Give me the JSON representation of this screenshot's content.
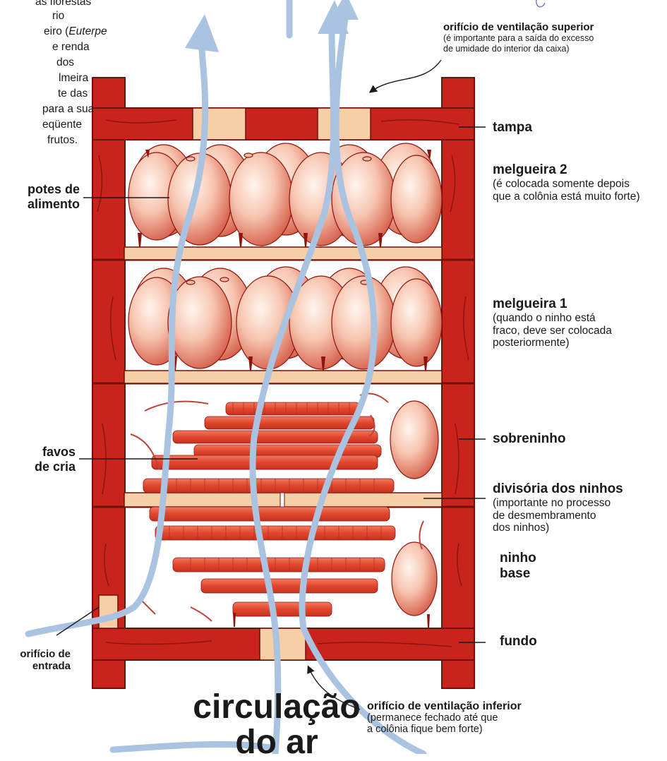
{
  "intro_text_lines": [
    "as florestas",
    "rio",
    "eiro (",
    "Euterpe",
    "e renda",
    "dos",
    "lmeira",
    "te das",
    "para a sua",
    "eqüente",
    "frutos."
  ],
  "labels": {
    "ventilacao_superior_title": "orifício de ventilação superior",
    "ventilacao_superior_note_1": "(é importante para a saída do excesso",
    "ventilacao_superior_note_2": "de umidade do interior da caixa)",
    "tampa": "tampa",
    "melgueira2_title": "melgueira 2",
    "melgueira2_note_1": "(é colocada somente depois",
    "melgueira2_note_2": "que a colônia está muito forte)",
    "melgueira1_title": "melgueira 1",
    "melgueira1_note_1": "(quando o ninho está",
    "melgueira1_note_2": "fraco, deve ser colocada",
    "melgueira1_note_3": "posteriormente)",
    "sobreninho": "sobreninho",
    "divisoria_title": "divisória dos ninhos",
    "divisoria_note_1": "(importante no processo",
    "divisoria_note_2": "de desmembramento",
    "divisoria_note_3": "dos ninhos)",
    "ninho_base_1": "ninho",
    "ninho_base_2": "base",
    "fundo": "fundo",
    "ventilacao_inferior_title": "orifício de ventilação inferior",
    "ventilacao_inferior_note_1": "(permanece fechado até que",
    "ventilacao_inferior_note_2": "a colônia fique bem forte)",
    "potes_1": "potes de",
    "potes_2": "alimento",
    "favos_1": "favos",
    "favos_2": "de cria",
    "entrada_1": "orifício de",
    "entrada_2": "entrada"
  },
  "title": {
    "line1": "circulação",
    "line2": "do ar"
  },
  "colors": {
    "wood": "#c8241b",
    "wood_dark": "#8e1410",
    "board": "#f6cfa6",
    "pot_light": "#fbe1d0",
    "pot_dark": "#d9624c",
    "comb": "#e0452e",
    "air": "#a9c3e0"
  }
}
